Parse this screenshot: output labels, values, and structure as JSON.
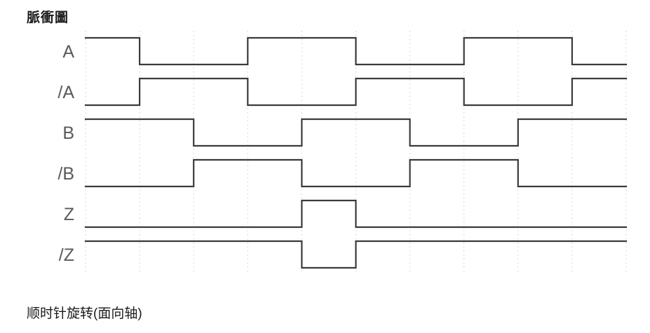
{
  "chart_data": {
    "type": "digital-timing",
    "title": "脈衝圖",
    "caption": "顺时针旋转(面向轴)",
    "x_axis": {
      "divisions": 10,
      "gridlines": 11,
      "grid_style": "vertical-dotted"
    },
    "signals": [
      {
        "name": "A",
        "levels_per_division": [
          1,
          0,
          0,
          1,
          1,
          0,
          0,
          1,
          1,
          0
        ]
      },
      {
        "name": "/A",
        "levels_per_division": [
          0,
          1,
          1,
          0,
          0,
          1,
          1,
          0,
          0,
          1
        ]
      },
      {
        "name": "B",
        "levels_per_division": [
          1,
          1,
          0,
          0,
          1,
          1,
          0,
          0,
          1,
          1
        ]
      },
      {
        "name": "/B",
        "levels_per_division": [
          0,
          0,
          1,
          1,
          0,
          0,
          1,
          1,
          0,
          0
        ]
      },
      {
        "name": "Z",
        "levels_per_division": [
          0,
          0,
          0,
          0,
          1,
          0,
          0,
          0,
          0,
          0
        ]
      },
      {
        "name": "/Z",
        "levels_per_division": [
          1,
          1,
          1,
          1,
          0,
          1,
          1,
          1,
          1,
          1
        ]
      }
    ],
    "colors": {
      "background": "#ffffff",
      "waveform": "#3b3b3b",
      "label": "#5a5a5a",
      "gridline": "#d6d6d6",
      "title": "#1a1a1a",
      "caption": "#1a1a1a"
    }
  }
}
